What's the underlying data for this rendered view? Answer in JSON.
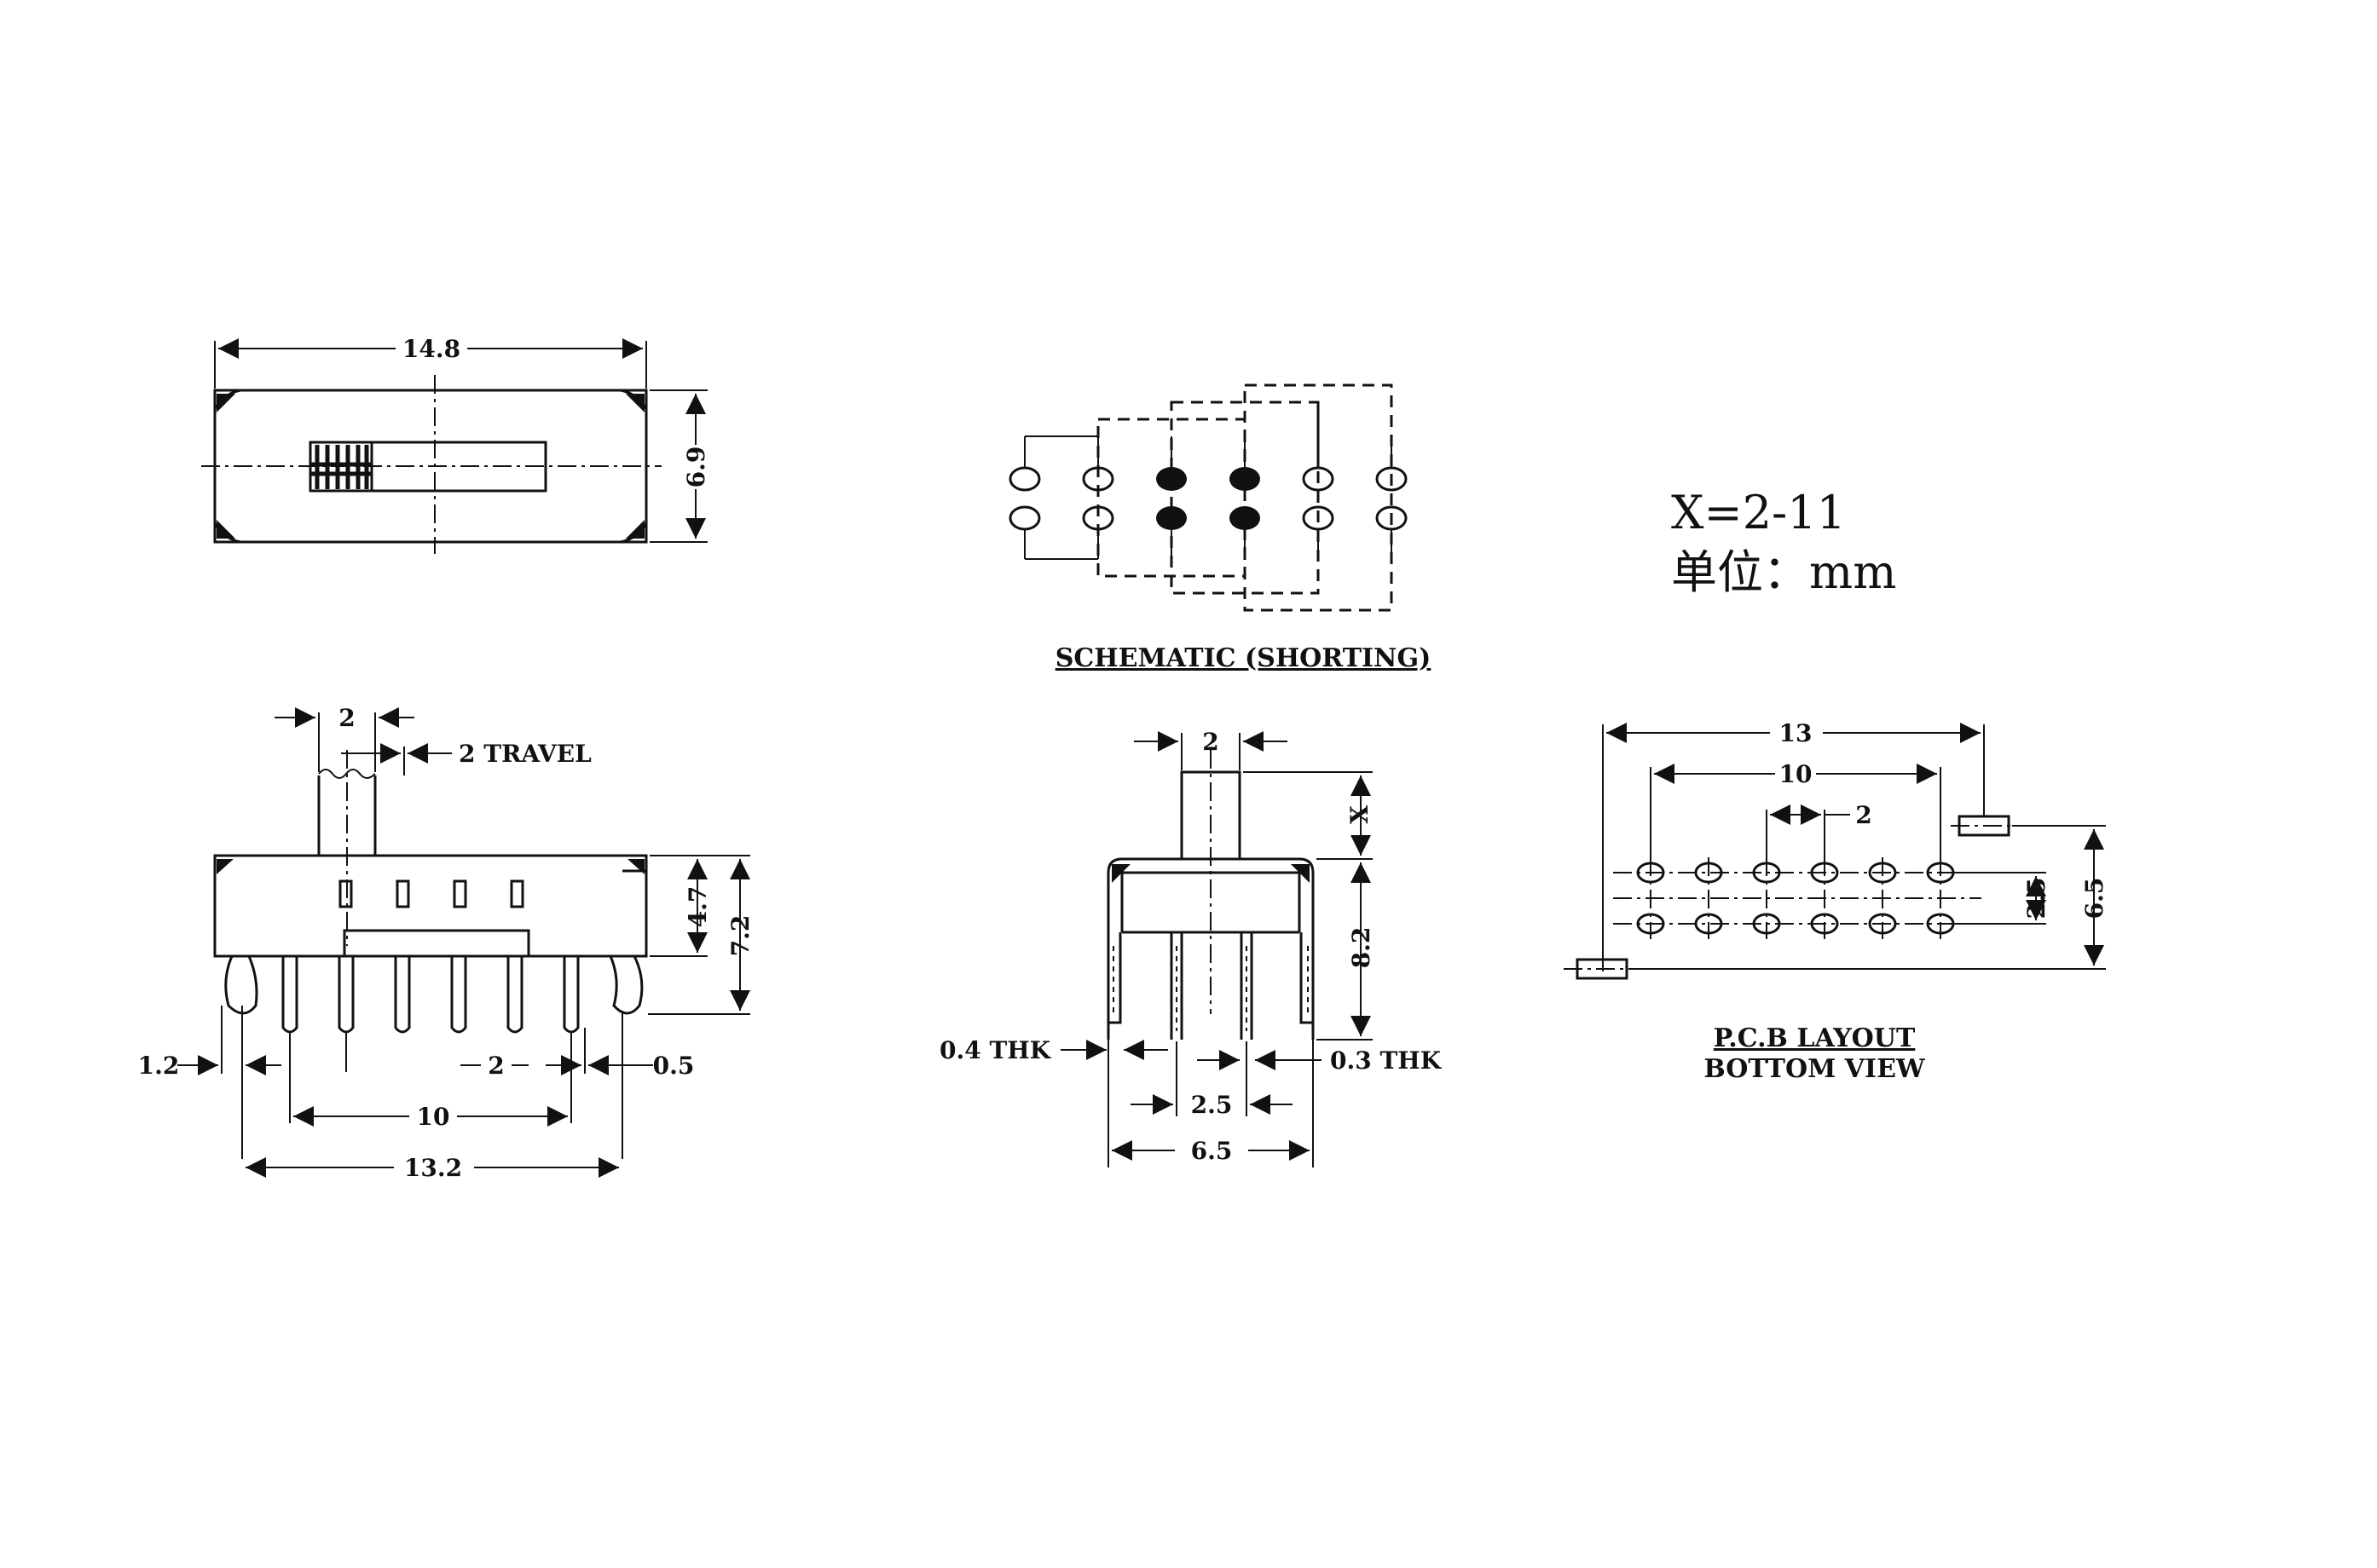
{
  "top_view": {
    "width_dim": "14.8",
    "height_dim": "6.9"
  },
  "schematic": {
    "title": "SCHEMATIC (SHORTING)"
  },
  "notes": {
    "x_range": "X=2-11",
    "unit": "单位：mm"
  },
  "front_view": {
    "actuator_width": "2",
    "travel": "2 TRAVEL",
    "body_height": "4.7",
    "total_height": "7.2",
    "mount_lug": "1.2",
    "pin_pitch": "2",
    "pin_width": "0.5",
    "pin_span": "10",
    "lug_span": "13.2"
  },
  "side_view": {
    "actuator_width": "2",
    "actuator_height": "X",
    "body_height": "8.2",
    "lug_thickness": "0.4 THK",
    "pin_thickness": "0.3 THK",
    "row_spacing": "2.5",
    "body_width": "6.5"
  },
  "pcb_layout": {
    "lug_span": "13",
    "pin_span": "10",
    "pin_pitch": "2",
    "row_spacing": "2.5",
    "lug_offset": "6.5",
    "title": "P.C.B LAYOUT",
    "subtitle": "BOTTOM VIEW"
  }
}
